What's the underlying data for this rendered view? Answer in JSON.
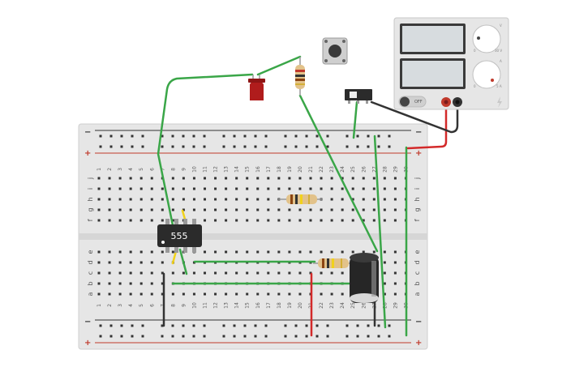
{
  "breadboard": {
    "columns": [
      "1",
      "2",
      "3",
      "4",
      "5",
      "6",
      "7",
      "8",
      "9",
      "10",
      "11",
      "12",
      "13",
      "14",
      "15",
      "16",
      "17",
      "18",
      "19",
      "20",
      "21",
      "22",
      "23",
      "24",
      "25",
      "26",
      "27",
      "28",
      "29",
      "30"
    ],
    "top_rows": [
      "j",
      "i",
      "h",
      "g",
      "f"
    ],
    "bottom_rows": [
      "e",
      "d",
      "c",
      "b",
      "a"
    ],
    "rail_minus": "−",
    "rail_plus": "+"
  },
  "chip": {
    "label": "555"
  },
  "power_supply": {
    "switch_label": "OFF",
    "voltage_knob": {
      "icon": "voltage-knob",
      "max": "30 V",
      "min": "0"
    },
    "current_knob": {
      "icon": "current-knob",
      "max": "5 A",
      "min": "0"
    }
  },
  "colors": {
    "wire": "#3aa648",
    "red_wire": "#d32a2a",
    "black_wire": "#333333",
    "board": "#e6e6e6",
    "led": "#b01c1c"
  }
}
